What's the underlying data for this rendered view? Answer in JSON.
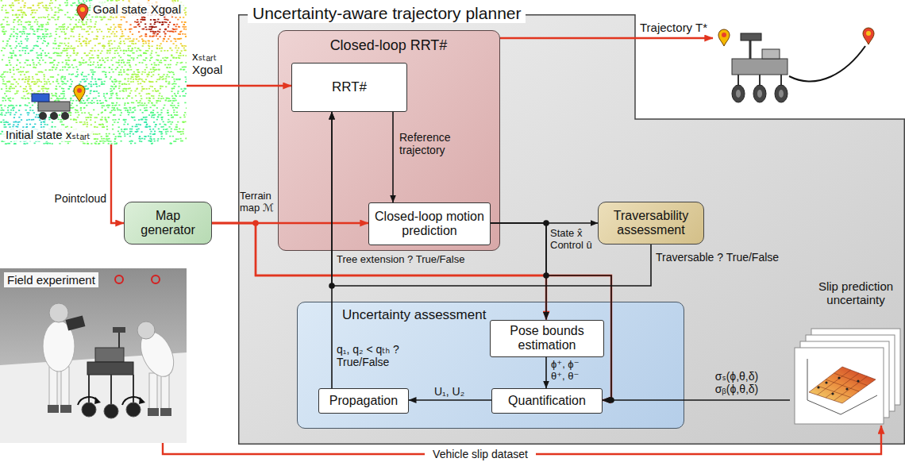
{
  "diagram": {
    "nodes": [
      {
        "text": [
          "Goal state Xgoal",
          "Initial state xₛₜₐᵣₜ"
        ]
      },
      {
        "text": [
          "Uncertainty-aware trajectory planner"
        ]
      },
      {
        "text": [
          "Closed-loop RRT#"
        ],
        "in": 1
      },
      {
        "text": [
          "RRT#"
        ],
        "in": 2
      },
      {
        "text": [
          "Closed-loop motion prediction"
        ],
        "in": 2
      },
      {
        "text": [
          "Traversability assessment"
        ],
        "in": 1
      },
      {
        "text": [
          "Uncertainty assessment"
        ],
        "in": 1
      },
      {
        "text": [
          "Pose bounds estimation"
        ],
        "in": 6
      },
      {
        "text": [
          "Quantification"
        ],
        "in": 6
      },
      {
        "text": [
          "Propagation"
        ],
        "in": 6
      },
      {
        "text": [
          "Slip prediction uncertainty"
        ],
        "in": 1
      },
      {
        "text": [
          "Map generator"
        ]
      },
      {
        "text": [
          "Field experiment"
        ]
      }
    ],
    "edges": [
      {
        "from": 0,
        "to": 3,
        "arrow": "to",
        "label": "xₛₜₐᵣₜ Xgoal"
      },
      {
        "from": 0,
        "to": 11,
        "arrow": "to",
        "label": "Pointcloud"
      },
      {
        "from": 11,
        "to": 4,
        "arrow": "to",
        "label": "Terrain map ℳ"
      },
      {
        "from": 11,
        "to": 7,
        "arrow": "to"
      },
      {
        "from": 11,
        "to": 8,
        "arrow": "to"
      },
      {
        "from": 3,
        "to": 4,
        "arrow": "to",
        "label": "Reference trajectory"
      },
      {
        "from": 4,
        "to": 5,
        "arrow": "to",
        "label": "State x̂ Control û"
      },
      {
        "from": 4,
        "to": 7,
        "arrow": "to"
      },
      {
        "from": 4,
        "to": 8,
        "arrow": "to"
      },
      {
        "from": 5,
        "to": 3,
        "arrow": "to",
        "label": "Traversable ? True/False"
      },
      {
        "from": 7,
        "to": 8,
        "arrow": "to",
        "label": "ϕ⁺, ϕ⁻ θ⁺, θ⁻"
      },
      {
        "from": 8,
        "to": 9,
        "arrow": "to",
        "label": "U₁, U₂"
      },
      {
        "from": 9,
        "to": 3,
        "arrow": "to",
        "label": "q₁, q₂ < qₜₕ ? True/False"
      },
      {
        "from": 10,
        "to": 8,
        "arrow": "to",
        "label": "σₛ(ϕ,θ,δ) σᵦ(ϕ,θ,δ)"
      },
      {
        "from": 12,
        "to": 10,
        "arrow": "to",
        "label": "Vehicle slip dataset"
      }
    ],
    "labels": [
      "Trajectory T*",
      "Tree extension ? True/False"
    ]
  }
}
